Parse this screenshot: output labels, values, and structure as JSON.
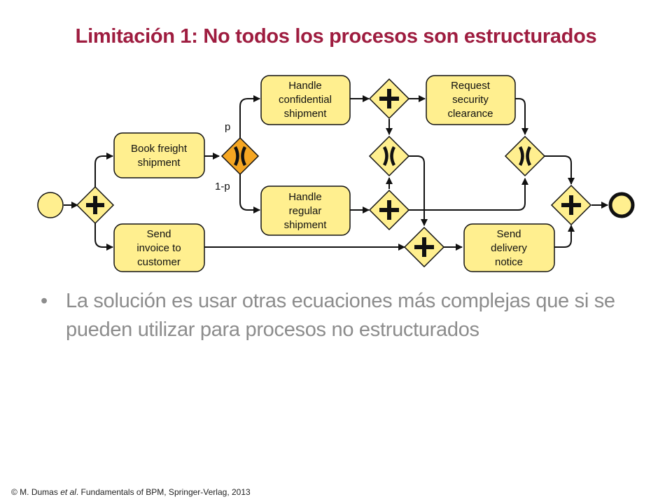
{
  "title": "Limitación 1: No todos los procesos son estructurados",
  "diagram": {
    "tasks": {
      "book": [
        "Book freight",
        "shipment"
      ],
      "confidential": [
        "Handle",
        "confidential",
        "shipment"
      ],
      "regular": [
        "Handle",
        "regular",
        "shipment"
      ],
      "invoice": [
        "Send",
        "invoice to",
        "customer"
      ],
      "security": [
        "Request",
        "security",
        "clearance"
      ],
      "notice": [
        "Send",
        "delivery",
        "notice"
      ]
    },
    "labels": {
      "p": "p",
      "one_minus_p": "1-p"
    },
    "colors": {
      "task_fill": "#ffef8f",
      "xor_highlight": "#f5a623",
      "gateway_fill": "#ffef8f",
      "start_fill": "#ffef8f"
    }
  },
  "bullet": {
    "marker": "•",
    "text": "La solución es usar otras ecuaciones más complejas que si se pueden utilizar para procesos no estructurados"
  },
  "credit": {
    "prefix": "© M. Dumas ",
    "etal": "et al",
    "suffix": ". Fundamentals of BPM, Springer-Verlag,  2013"
  }
}
